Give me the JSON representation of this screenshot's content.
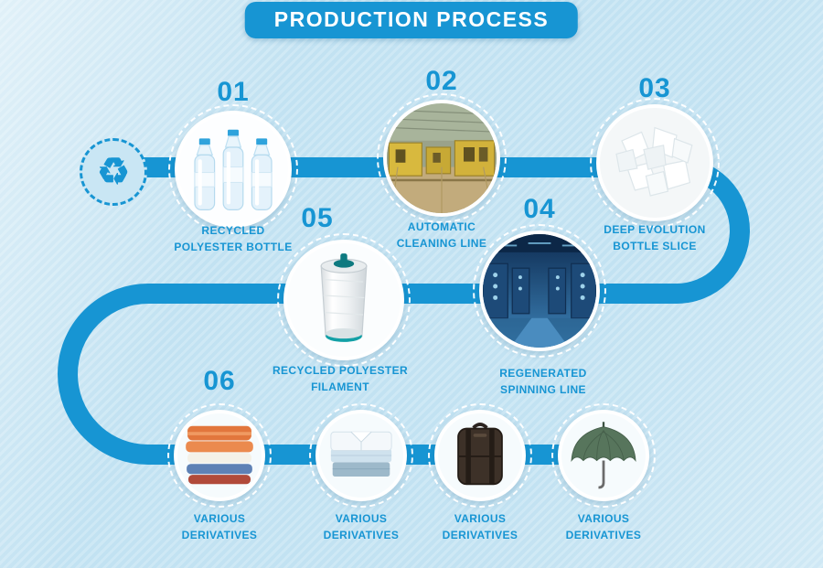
{
  "title": "PRODUCTION PROCESS",
  "colors": {
    "accent": "#1795d3",
    "background": "#c9e6f4"
  },
  "icons": {
    "recycle": {
      "name": "recycle-icon",
      "glyph": "♻"
    }
  },
  "steps": [
    {
      "number": "01",
      "label": "RECYCLED\nPOLYESTER BOTTLE",
      "image": "recycled-plastic-bottles"
    },
    {
      "number": "02",
      "label": "AUTOMATIC\nCLEANING LINE",
      "image": "automatic-cleaning-line"
    },
    {
      "number": "03",
      "label": "DEEP EVOLUTION\nBOTTLE SLICE",
      "image": "bottle-slice-flakes"
    },
    {
      "number": "04",
      "label": "REGENERATED\nSPINNING LINE",
      "image": "regenerated-spinning-line"
    },
    {
      "number": "05",
      "label": "RECYCLED POLYESTER\nFILAMENT",
      "image": "polyester-filament-bobbin"
    },
    {
      "number": "06",
      "label": "",
      "image": "derivatives-row"
    }
  ],
  "derivatives": [
    {
      "label": "VARIOUS\nDERIVATIVES",
      "image": "folded-towels"
    },
    {
      "label": "VARIOUS\nDERIVATIVES",
      "image": "folded-shirts"
    },
    {
      "label": "VARIOUS\nDERIVATIVES",
      "image": "suitcase"
    },
    {
      "label": "VARIOUS\nDERIVATIVES",
      "image": "umbrella"
    }
  ]
}
